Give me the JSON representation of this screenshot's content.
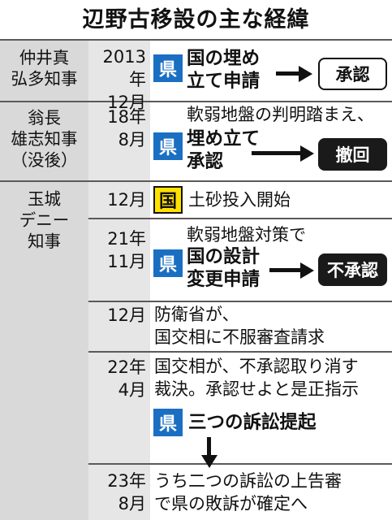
{
  "title": "辺野古移設の主な経緯",
  "governors": [
    {
      "line1": "仲井真",
      "line2": "弘多知事"
    },
    {
      "line1": "翁長",
      "line2": "雄志知事",
      "line3": "（没後）"
    },
    {
      "line1": "玉城",
      "line2": "デニー",
      "line3": "知事"
    }
  ],
  "badges": {
    "prefecture": "県",
    "nation": "国"
  },
  "events": [
    {
      "year": "2013年",
      "month": "12月",
      "line1": "国の埋め",
      "line2": "立て申請",
      "result": "承認"
    },
    {
      "year": "18年",
      "month": "8月",
      "note": "軟弱地盤の判明踏まえ、",
      "line1": "埋め立て",
      "line2": "承認",
      "result": "撤回"
    },
    {
      "month": "12月",
      "text": "土砂投入開始"
    },
    {
      "year": "21年",
      "month": "11月",
      "note": "軟弱地盤対策で",
      "line1": "国の設計",
      "line2": "変更申請",
      "result": "不承認"
    },
    {
      "month": "12月",
      "line1": "防衛省が、",
      "line2": "国交相に不服審査請求"
    },
    {
      "year": "22年",
      "month": "4月",
      "line1": "国交相が、不承認取り消す",
      "line2": "裁決。承認せよと是正指示",
      "action": "三つの訴訟提起"
    },
    {
      "year": "23年",
      "month": "8月",
      "line1": "うち二つの訴訟の上告審",
      "line2": "で県の敗訴が確定へ"
    }
  ]
}
